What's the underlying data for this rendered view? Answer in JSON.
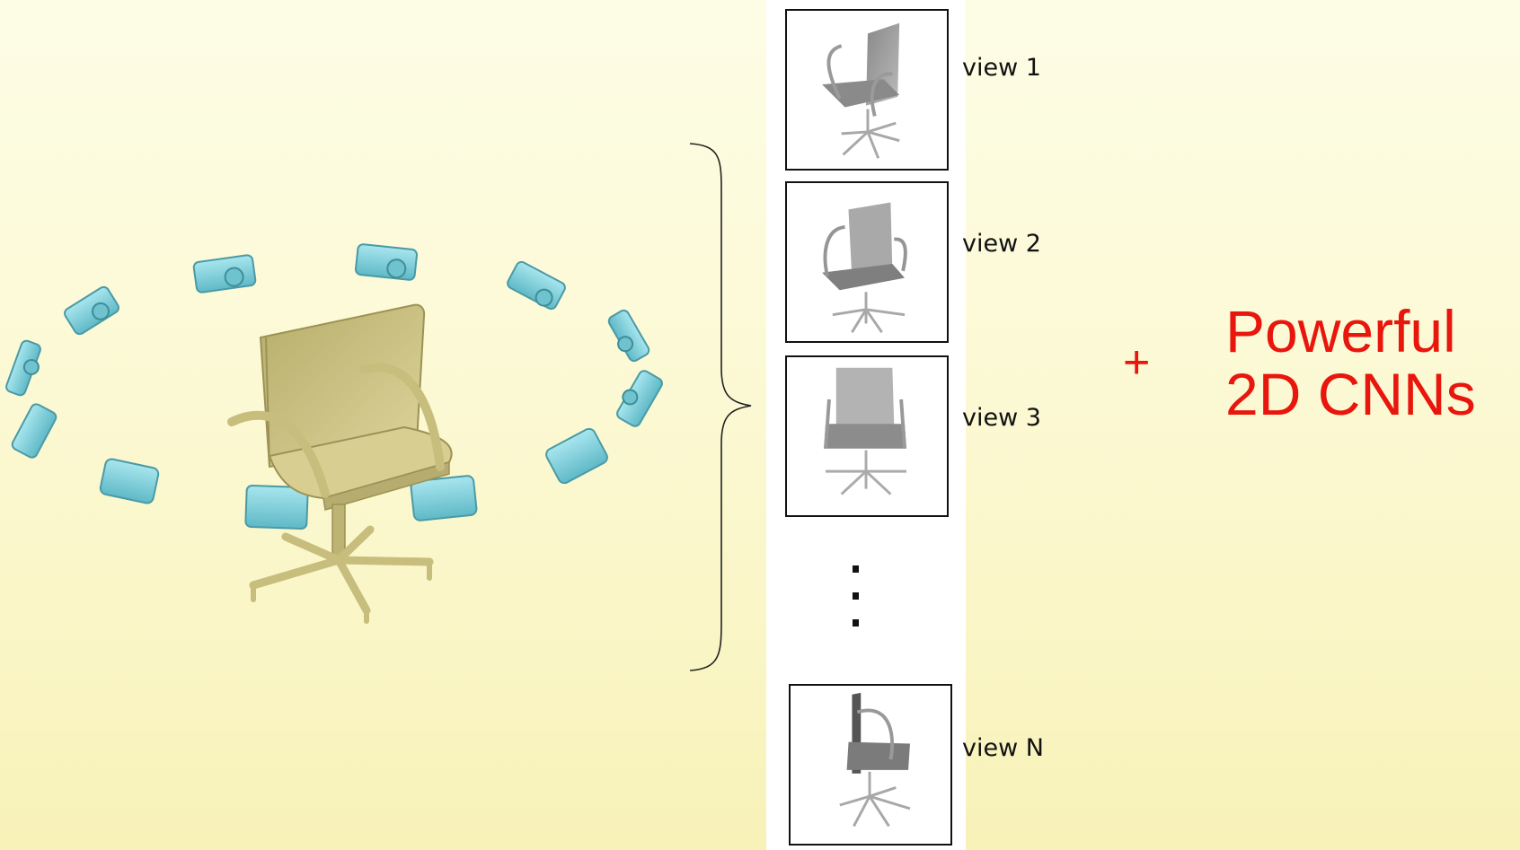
{
  "views": [
    {
      "label": "view 1"
    },
    {
      "label": "view 2"
    },
    {
      "label": "view 3"
    },
    {
      "label": "view N"
    }
  ],
  "plus_symbol": "+",
  "headline": {
    "line1": "Powerful",
    "line2": "2D CNNs"
  },
  "colors": {
    "accent": "#e8160c",
    "camera": "#7fd0dc",
    "chair": "#cfc586",
    "background": "#fcf9d6"
  },
  "icons": [
    "camera-icon",
    "chair-model",
    "curly-brace"
  ]
}
